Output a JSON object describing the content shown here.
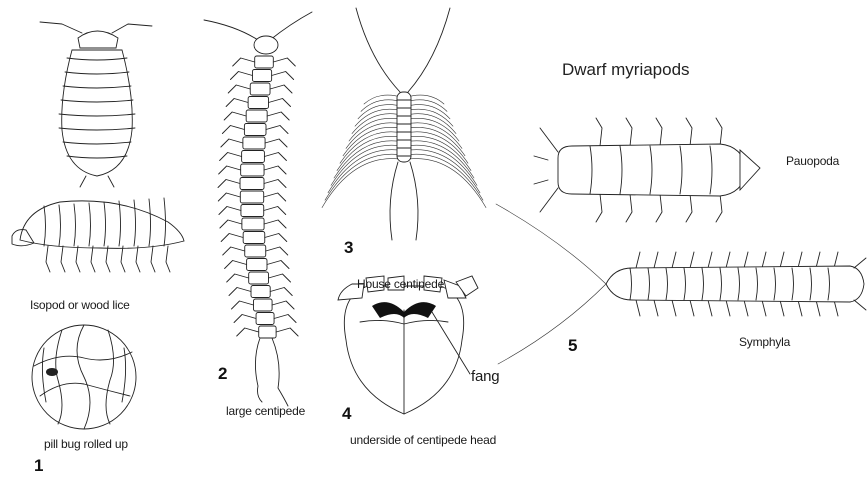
{
  "title": "Dwarf myriapods",
  "numbers": {
    "n1": "1",
    "n2": "2",
    "n3": "3",
    "n4": "4",
    "n5": "5"
  },
  "labels": {
    "isopod": "Isopod or wood lice",
    "pillbug": "pill bug rolled up",
    "large_centipede": "large centipede",
    "house_centipede": "House centipede",
    "underside": "underside of centipede head",
    "fang": "fang",
    "pauropoda": "Pauopoda",
    "symphyla": "Symphyla"
  },
  "icons": {
    "isopod_top": "isopod-top-view-icon",
    "isopod_side": "isopod-side-view-icon",
    "pillbug": "pill-bug-rolled-icon",
    "centipede": "large-centipede-icon",
    "house_centipede": "house-centipede-icon",
    "head": "centipede-head-underside-icon",
    "pauropod": "pauropod-icon",
    "symphylan": "symphylan-icon"
  }
}
